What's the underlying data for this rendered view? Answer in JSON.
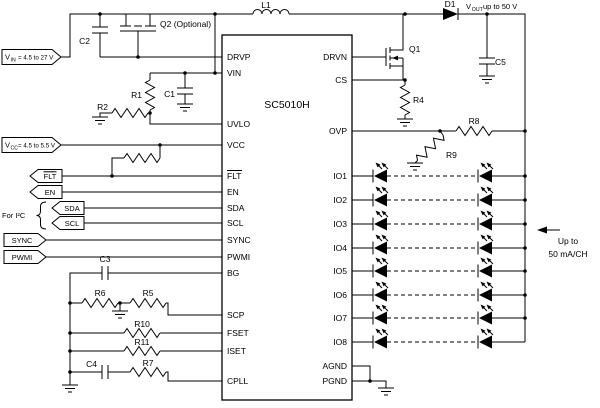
{
  "ic": {
    "name": "SC5010H",
    "left_pins": [
      "DRVP",
      "VIN",
      "UVLO",
      "VCC",
      "FLT",
      "EN",
      "SDA",
      "SCL",
      "SYNC",
      "PWMI",
      "BG",
      "SCP",
      "FSET",
      "ISET",
      "CPLL"
    ],
    "right_pins": [
      "DRVN",
      "CS",
      "OVP",
      "IO1",
      "IO2",
      "IO3",
      "IO4",
      "IO5",
      "IO6",
      "IO7",
      "IO8",
      "AGND",
      "PGND"
    ]
  },
  "tags": {
    "vin": {
      "sym": "V",
      "sub": "IN",
      "value": "= 4.5 to 27 V"
    },
    "vcc": {
      "sym": "V",
      "sub": "CC",
      "value": "= 4.5 to 5.5 V"
    },
    "flt": "FLT",
    "en": "EN",
    "sda": "SDA",
    "scl": "SCL",
    "sync": "SYNC",
    "pwmi": "PWMI"
  },
  "notes": {
    "i2c": "For I²C",
    "vout": {
      "sym": "V",
      "sub": "OUT",
      "value": "up to 50 V"
    },
    "current_capability": [
      "Up to",
      "50 mA/CH"
    ]
  },
  "components": {
    "l1": "L1",
    "d1": "D1",
    "q1": "Q1",
    "q2": "Q2 (Optional)",
    "c1": "C1",
    "c2": "C2",
    "c3": "C3",
    "c4": "C4",
    "c5": "C5",
    "r1": "R1",
    "r2": "R2",
    "r4": "R4",
    "r5": "R5",
    "r6": "R6",
    "r7": "R7",
    "r8": "R8",
    "r9": "R9",
    "r10": "R10",
    "r11": "R11"
  }
}
